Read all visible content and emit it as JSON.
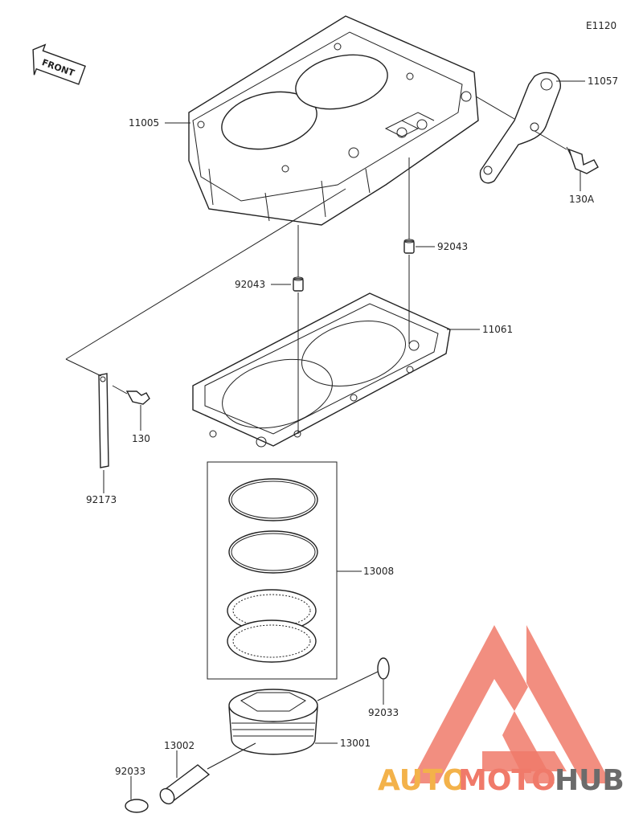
{
  "diagram": {
    "code": "E1120",
    "front_label": "FRONT",
    "parts": [
      {
        "id": "p11005",
        "label": "11005"
      },
      {
        "id": "p11057",
        "label": "11057"
      },
      {
        "id": "p130A",
        "label": "130A"
      },
      {
        "id": "p92043a",
        "label": "92043"
      },
      {
        "id": "p92043b",
        "label": "92043"
      },
      {
        "id": "p11061",
        "label": "11061"
      },
      {
        "id": "p130",
        "label": "130"
      },
      {
        "id": "p92173",
        "label": "92173"
      },
      {
        "id": "p13008",
        "label": "13008"
      },
      {
        "id": "p92033a",
        "label": "92033"
      },
      {
        "id": "p13002",
        "label": "13002"
      },
      {
        "id": "p13001",
        "label": "13001"
      },
      {
        "id": "p92033b",
        "label": "92033"
      }
    ]
  },
  "watermark": {
    "word_a": "AUTO",
    "word_b": "MOTO",
    "word_c": "HUB",
    "color_main": "#f07a6a",
    "color_accent": "#f3b24a",
    "color_dark": "#6b6b6b"
  }
}
